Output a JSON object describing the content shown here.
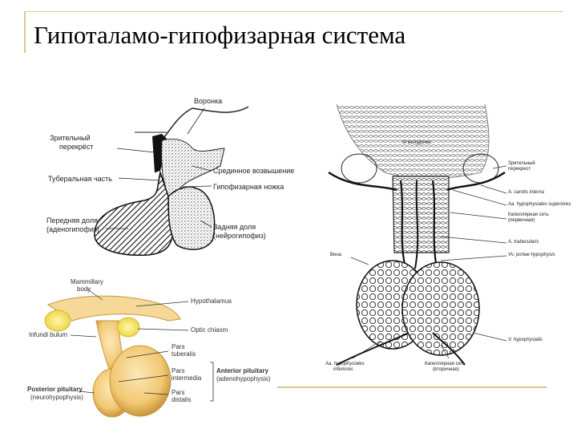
{
  "title": "Гипоталамо-гипофизарная система",
  "colors": {
    "frame": "#d7cc8a",
    "gland_fill": "#f2c873",
    "gland_dark": "#c9963c",
    "stroke": "#222222"
  },
  "figure_top_left": {
    "labels": {
      "funnel": "Воронка",
      "optic_chiasm_1": "Зрительный",
      "optic_chiasm_2": "перекрёст",
      "tuberal_part": "Туберальная часть",
      "median_eminence": "Срединное возвышение",
      "pituitary_stalk": "Гипофизарная ножка",
      "anterior_lobe_1": "Передняя доля",
      "anterior_lobe_2": "(аденогипофиз)",
      "posterior_lobe_1": "Задняя доля",
      "posterior_lobe_2": "(нейрогипофиз)"
    }
  },
  "figure_bottom_left": {
    "labels": {
      "mammillary_1": "Mammillary",
      "mammillary_2": "body",
      "hypothalamus": "Hypothalamus",
      "infundibulum": "Infundi bulum",
      "optic_chiasm": "Optic chiasm",
      "pars_tuberalis_1": "Pars",
      "pars_tuberalis_2": "tuberalis",
      "pars_intermedia_1": "Pars",
      "pars_intermedia_2": "intermedia",
      "pars_distalis_1": "Pars",
      "pars_distalis_2": "distalis",
      "anterior_pituitary": "Anterior pituitary",
      "adenohypophysis": "(adenohypophysis)",
      "posterior_pituitary": "Posterior pituitary",
      "neurohypophysis": "(neurohypophysis)"
    }
  },
  "figure_right": {
    "labels": {
      "third_ventricle": "III желудочек",
      "optic_chiasm_1": "Зрительный",
      "optic_chiasm_2": "перекрест",
      "a_carotis": "A. carotis interna",
      "aa_hyp_sup": "Aa. hypophysiales superiores",
      "capillary_primary_1": "Капиллярная сеть",
      "capillary_primary_2": "(первичная)",
      "a_trabecularis": "A. trabecularis",
      "vein": "Вена",
      "vv_portae": "Vv. portae hypophysis",
      "v_hypophysialis": "V. hypophysialis",
      "aa_hyp_inf_1": "Aa. hypophysiales",
      "aa_hyp_inf_2": "inferiores",
      "capillary_secondary_1": "Капиллярная сеть",
      "capillary_secondary_2": "(вторичная)"
    }
  }
}
